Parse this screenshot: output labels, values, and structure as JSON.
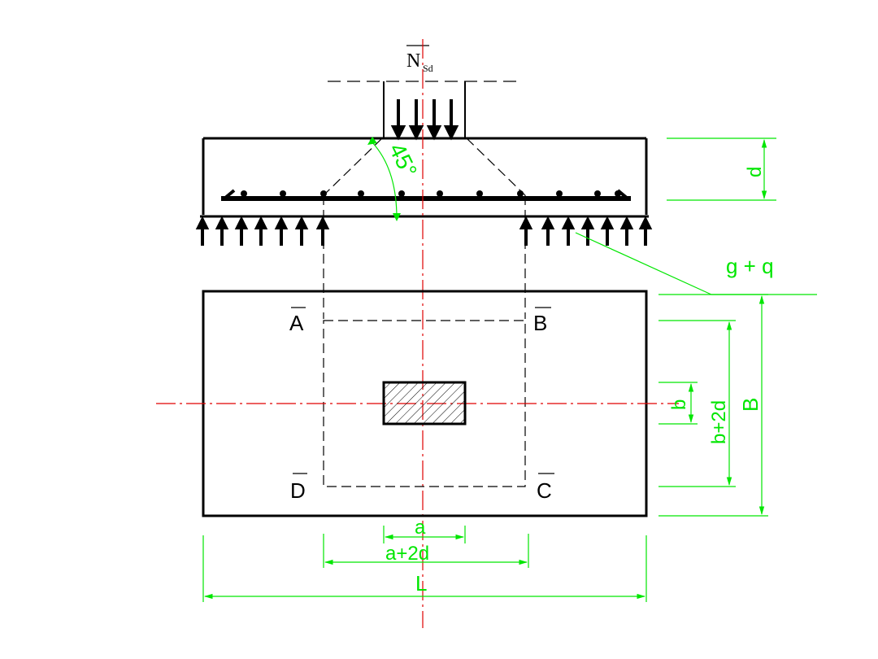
{
  "labels": {
    "load": "N",
    "load_subscript": "Sd",
    "angle": "45°",
    "depth": "d",
    "distributed_load": "g + q",
    "corner_a": "A",
    "corner_b": "B",
    "corner_c": "C",
    "corner_d": "D",
    "col_width": "b",
    "crit_width": "b+2d",
    "width": "B",
    "col_length": "a",
    "crit_length": "a+2d",
    "length": "L"
  },
  "colors": {
    "outline": "#000000",
    "dimension": "#00e600",
    "axis": "#e00000"
  }
}
